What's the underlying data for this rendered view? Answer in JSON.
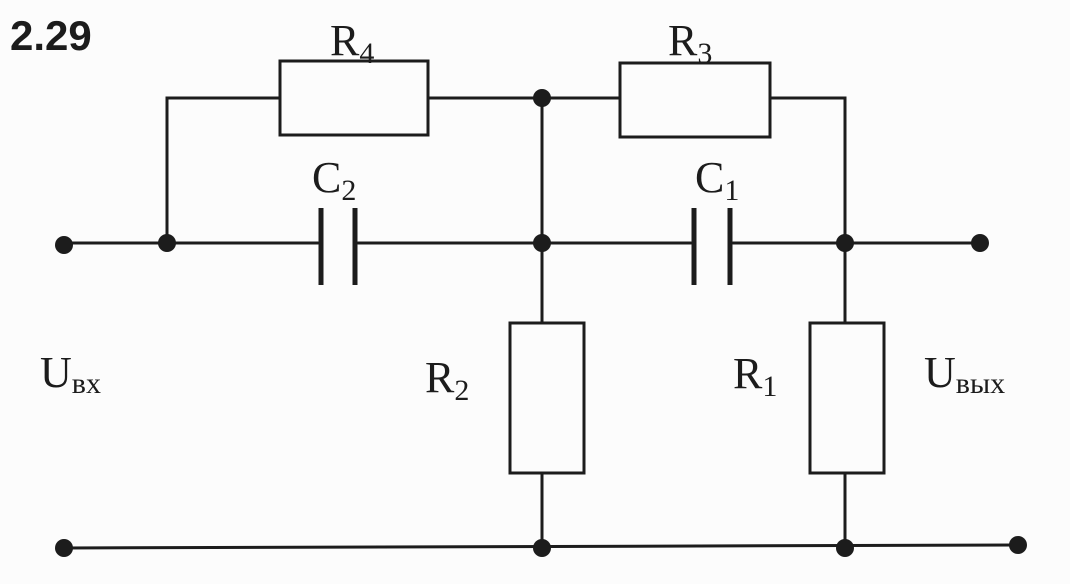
{
  "problem_number": "2.29",
  "components": {
    "R4": {
      "main": "R",
      "sub": "4"
    },
    "R3": {
      "main": "R",
      "sub": "3"
    },
    "C2": {
      "main": "C",
      "sub": "2"
    },
    "C1": {
      "main": "C",
      "sub": "1"
    },
    "R2": {
      "main": "R",
      "sub": "2"
    },
    "R1": {
      "main": "R",
      "sub": "1"
    }
  },
  "terminals": {
    "input": {
      "main": "U",
      "sub": "вх"
    },
    "output": {
      "main": "U",
      "sub": "вых"
    }
  }
}
